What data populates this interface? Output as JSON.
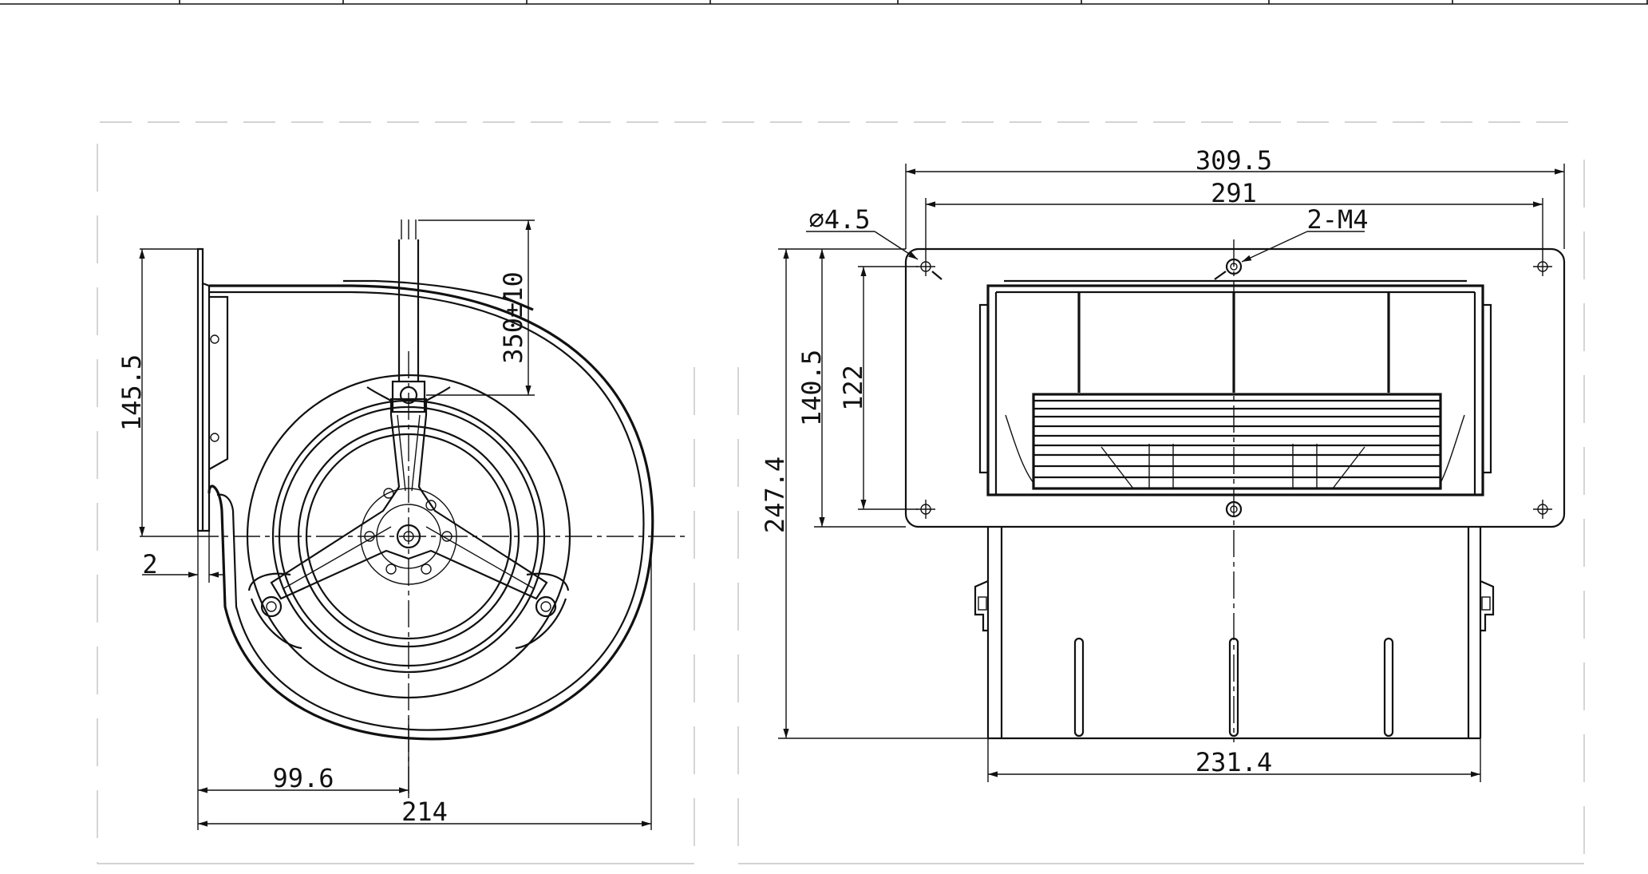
{
  "diagram": {
    "side_view_dimensions": {
      "height_145_5": "145.5",
      "cable_length": "350±10",
      "gap": "2",
      "center_offset": "99.6",
      "overall_width": "214"
    },
    "front_view_dimensions": {
      "overall_length": "309.5",
      "hole_pitch": "291",
      "hole_diameter": "⌀4.5",
      "threaded_holes": "2-M4",
      "flange_height": "140.5",
      "hole_vertical_pitch": "122",
      "overall_height": "247.4",
      "housing_width": "231.4"
    }
  }
}
